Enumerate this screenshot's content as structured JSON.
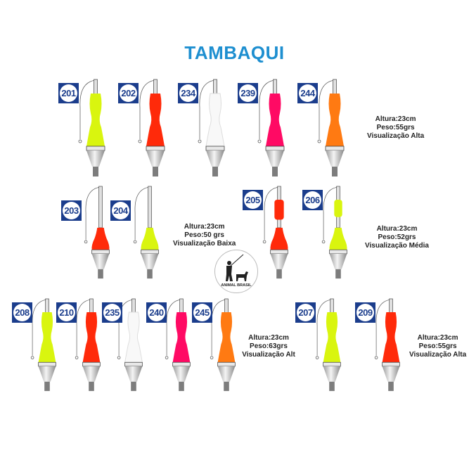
{
  "title": "TAMBAQUI",
  "logo": {
    "text": "ANIMAL BRASIL"
  },
  "colors": {
    "badge": "#1b3d8c",
    "title": "#1e8fd0"
  },
  "floats": [
    {
      "code": "201",
      "color": "#d9f50f"
    },
    {
      "code": "202",
      "color": "#ff2a0a"
    },
    {
      "code": "234",
      "color": "#f8f8f8"
    },
    {
      "code": "239",
      "color": "#ff0a64"
    },
    {
      "code": "244",
      "color": "#ff7a12"
    },
    {
      "code": "203",
      "color": "#ff2a0a"
    },
    {
      "code": "204",
      "color": "#d9f50f"
    },
    {
      "code": "205",
      "color": "#ff2a0a"
    },
    {
      "code": "206",
      "color": "#d9f50f"
    },
    {
      "code": "208",
      "color": "#d9f50f"
    },
    {
      "code": "210",
      "color": "#ff2a0a"
    },
    {
      "code": "235",
      "color": "#f8f8f8"
    },
    {
      "code": "240",
      "color": "#ff0a64"
    },
    {
      "code": "245",
      "color": "#ff7a12"
    },
    {
      "code": "207",
      "color": "#d9f50f"
    },
    {
      "code": "209",
      "color": "#ff2a0a"
    }
  ],
  "specs": [
    {
      "height": "Altura:23cm",
      "weight": "Peso:55grs",
      "visibility": "Visualização Alta"
    },
    {
      "height": "Altura:23cm",
      "weight": "Peso:50 grs",
      "visibility": "Visualização Baixa"
    },
    {
      "height": "Altura:23cm",
      "weight": "Peso:52grs",
      "visibility": "Visualização Média"
    },
    {
      "height": "Altura:23cm",
      "weight": "Peso:63grs",
      "visibility": "Visualização Alt"
    },
    {
      "height": "Altura:23cm",
      "weight": "Peso:55grs",
      "visibility": "Visualização Alta"
    }
  ]
}
